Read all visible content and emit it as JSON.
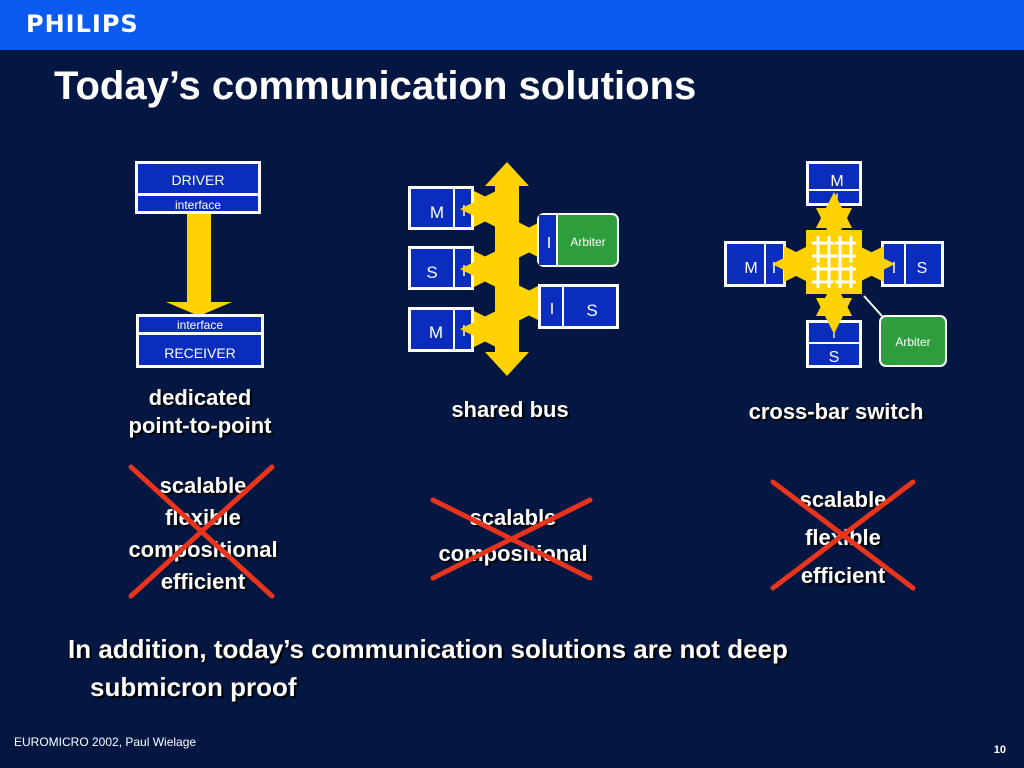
{
  "brand": "PHILIPS",
  "title": "Today’s communication solutions",
  "diagram": {
    "p2p": {
      "driver_label": "DRIVER",
      "driver_interface": "interface",
      "receiver_interface": "interface",
      "receiver_label": "RECEIVER",
      "caption_line1": "dedicated",
      "caption_line2": "point-to-point",
      "properties": [
        "scalable",
        "flexible",
        "compositional",
        "efficient"
      ]
    },
    "bus": {
      "modules": [
        {
          "left": "M",
          "right": "I"
        },
        {
          "left": "S",
          "right": "I"
        },
        {
          "left": "M",
          "right": "I"
        }
      ],
      "arbiter_port": "I",
      "arbiter_label": "Arbiter",
      "slave_left": "I",
      "slave_right": "S",
      "caption": "shared bus",
      "properties": [
        "scalable",
        "compositional"
      ]
    },
    "crossbar": {
      "top_m": "M",
      "top_i": "I",
      "left_m": "M",
      "left_i": "I",
      "right_i": "I",
      "right_s": "S",
      "bottom_i": "I",
      "bottom_s": "S",
      "arbiter_label": "Arbiter",
      "caption": "cross-bar switch",
      "properties": [
        "scalable",
        "flexible",
        "efficient"
      ]
    }
  },
  "bottom_line1": "In addition, today’s communication solutions are not deep",
  "bottom_line2": "submicron proof",
  "footer_left": "EUROMICRO 2002, Paul Wielage",
  "page_number": "10",
  "colors": {
    "background": "#031742",
    "top_bar": "#0a5cf0",
    "box_fill": "#0a2dbe",
    "connector": "#ffd200",
    "arbiter": "#2e9e3c",
    "cross_mark": "#e8341c"
  }
}
